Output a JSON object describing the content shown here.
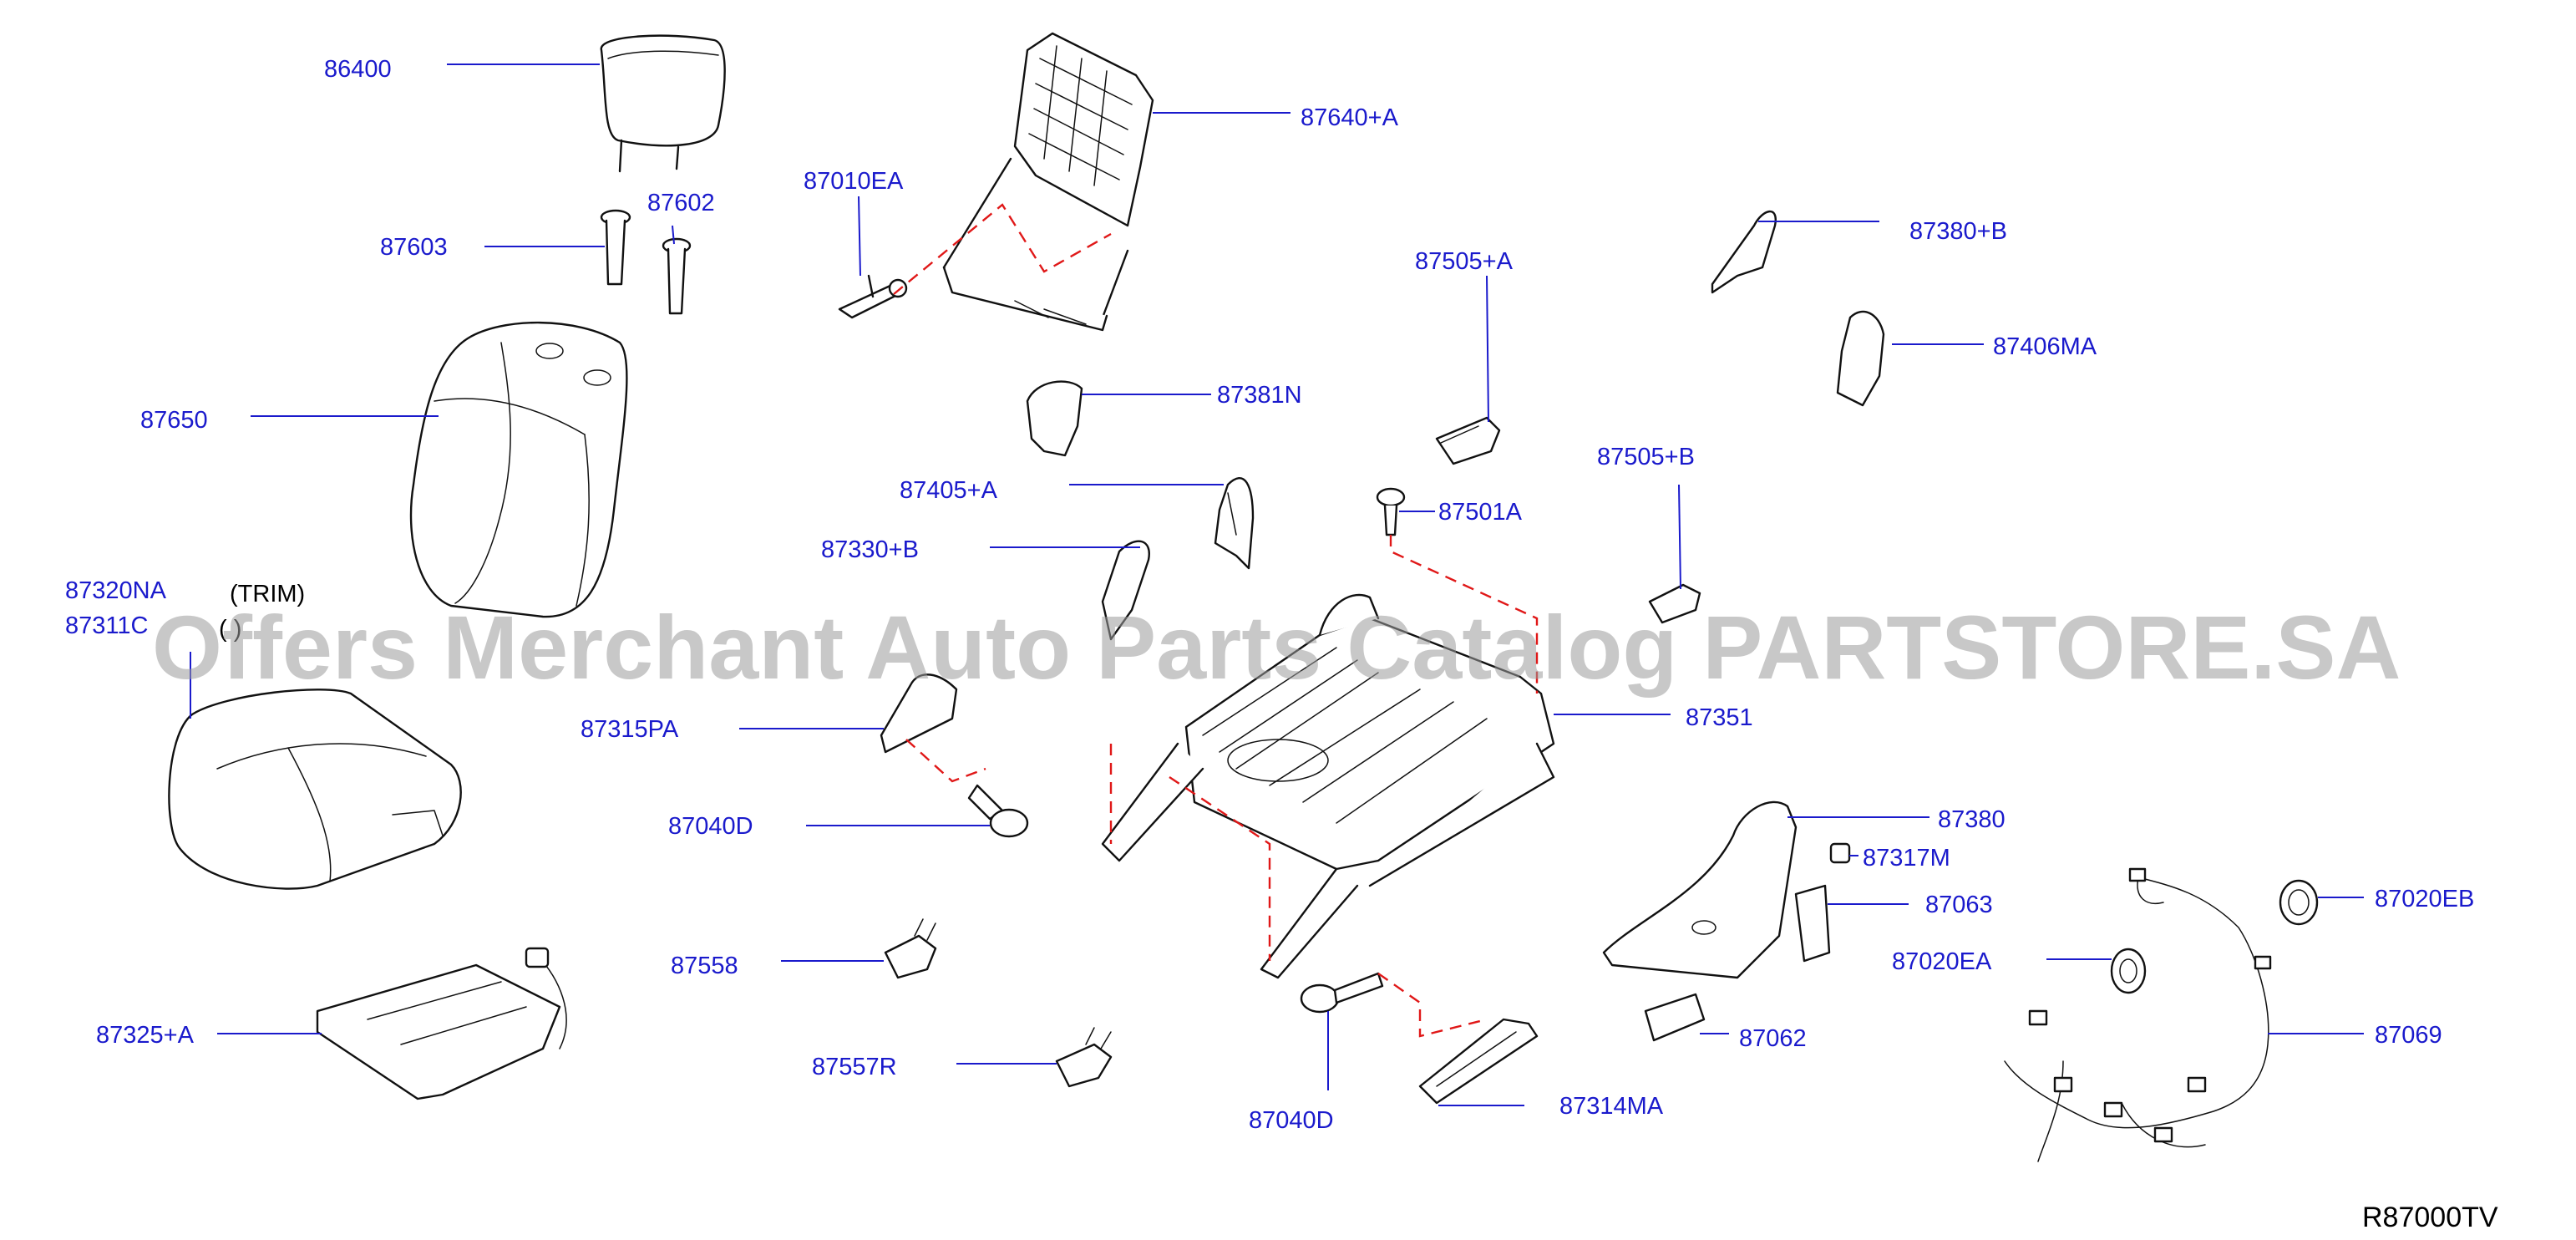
{
  "diagram": {
    "drawing_code": "R87000TV",
    "watermark": "Offers Merchant Auto Parts Catalog PARTSTORE.SA",
    "note_trim": "(TRIM)",
    "note_trim_obscured": "(   )",
    "colors": {
      "label": "#1a1acc",
      "guide": "#e01818",
      "parts": "#111111",
      "watermark": "#9a9a9a"
    },
    "labels": [
      {
        "id": "86400",
        "text": "86400"
      },
      {
        "id": "87603",
        "text": "87603"
      },
      {
        "id": "87602",
        "text": "87602"
      },
      {
        "id": "87650",
        "text": "87650"
      },
      {
        "id": "87320NA",
        "text": "87320NA"
      },
      {
        "id": "87311CA",
        "text": "87311C"
      },
      {
        "id": "87325A",
        "text": "87325+A"
      },
      {
        "id": "87010EA",
        "text": "87010EA"
      },
      {
        "id": "87640A",
        "text": "87640+A"
      },
      {
        "id": "87381N",
        "text": "87381N"
      },
      {
        "id": "87405A",
        "text": "87405+A"
      },
      {
        "id": "87330B",
        "text": "87330+B"
      },
      {
        "id": "87315PA",
        "text": "87315PA"
      },
      {
        "id": "87040D_1",
        "text": "87040D"
      },
      {
        "id": "87558",
        "text": "87558"
      },
      {
        "id": "87557R",
        "text": "87557R"
      },
      {
        "id": "87505A",
        "text": "87505+A"
      },
      {
        "id": "87501A",
        "text": "87501A"
      },
      {
        "id": "87505B",
        "text": "87505+B"
      },
      {
        "id": "87351",
        "text": "87351"
      },
      {
        "id": "87040D_2",
        "text": "87040D"
      },
      {
        "id": "87314MA",
        "text": "87314MA"
      },
      {
        "id": "87380B",
        "text": "87380+B"
      },
      {
        "id": "87406MA",
        "text": "87406MA"
      },
      {
        "id": "87380",
        "text": "87380"
      },
      {
        "id": "87317M",
        "text": "87317M"
      },
      {
        "id": "87063",
        "text": "87063"
      },
      {
        "id": "87020EA",
        "text": "87020EA"
      },
      {
        "id": "87062",
        "text": "87062"
      },
      {
        "id": "87020EB",
        "text": "87020EB"
      },
      {
        "id": "87069",
        "text": "87069"
      }
    ]
  }
}
